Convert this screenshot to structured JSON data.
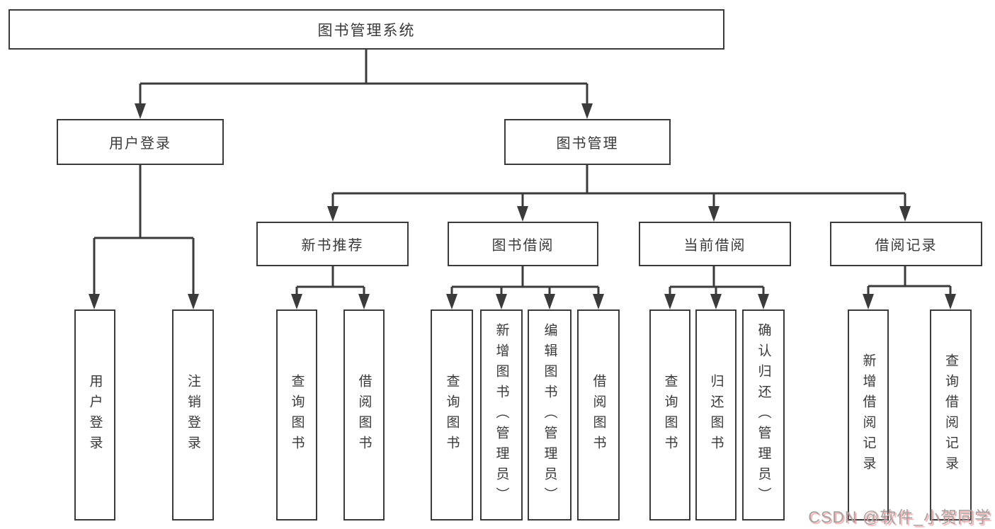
{
  "title": "图书管理系统",
  "tree": {
    "label": "图书管理系统",
    "children": [
      {
        "label": "用户登录",
        "children": [
          {
            "label": "用户登录"
          },
          {
            "label": "注销登录"
          }
        ]
      },
      {
        "label": "图书管理",
        "children": [
          {
            "label": "新书推荐",
            "children": [
              {
                "label": "查询图书"
              },
              {
                "label": "借阅图书"
              }
            ]
          },
          {
            "label": "图书借阅",
            "children": [
              {
                "label": "查询图书"
              },
              {
                "label": "新增图书（管理员）"
              },
              {
                "label": "编辑图书（管理员）"
              },
              {
                "label": "借阅图书"
              }
            ]
          },
          {
            "label": "当前借阅",
            "children": [
              {
                "label": "查询图书"
              },
              {
                "label": "归还图书"
              },
              {
                "label": "确认归还（管理员）"
              }
            ]
          },
          {
            "label": "借阅记录",
            "children": [
              {
                "label": "新增借阅记录"
              },
              {
                "label": "查询借阅记录"
              }
            ]
          }
        ]
      }
    ]
  },
  "watermark": {
    "text": "CSDN @软件_小贺同学"
  },
  "colors": {
    "line": "#3b3b3b",
    "text": "#3a3a3a",
    "box_bg": "#ffffff",
    "canvas_bg": "#ffffff",
    "watermark": "#a3a3a3",
    "watermark_shadow": "rgba(229,90,90,0.5)"
  }
}
